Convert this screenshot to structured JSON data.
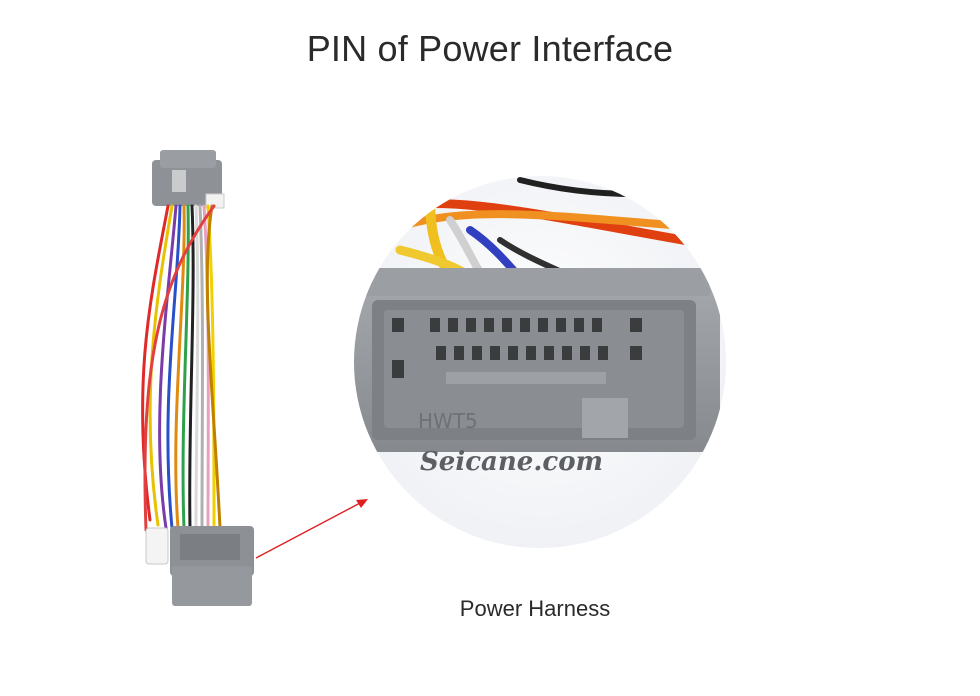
{
  "page": {
    "title": "PIN of Power Interface",
    "caption": "Power Harness"
  },
  "image": {
    "watermark": "Seicane.com",
    "connector_mark": "HWT5"
  },
  "colors": {
    "background": "#ffffff",
    "text": "#2a2a2a",
    "connector_gray": "#8f9397",
    "arrow": "#e02020"
  }
}
